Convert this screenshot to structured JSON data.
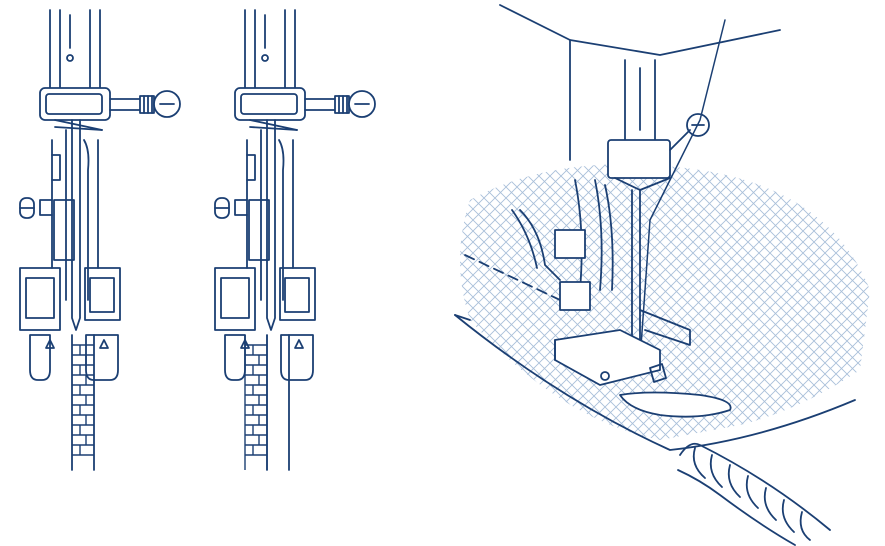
{
  "figure": {
    "panels": [
      "zipper-foot-left-view",
      "zipper-foot-right-view",
      "cording-foot-perspective-view"
    ]
  },
  "colors": {
    "ink": "#1b3f73",
    "fabric-hatch": "#a9bfd9",
    "background": "#ffffff"
  }
}
